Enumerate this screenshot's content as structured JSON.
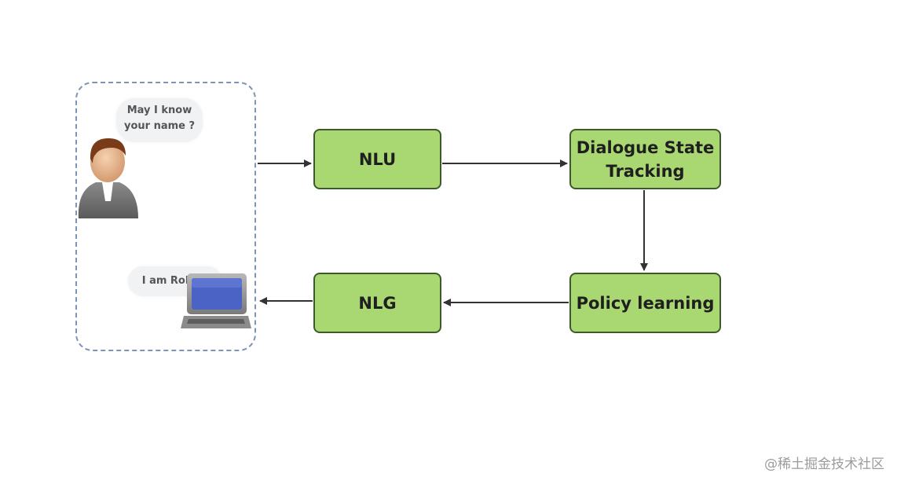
{
  "user_panel": {
    "user_bubble_lines": [
      "May I know",
      "your name ?"
    ],
    "robot_bubble": "I am Robot."
  },
  "nodes": {
    "nlu": "NLU",
    "dst_lines": [
      "Dialogue State",
      "Tracking"
    ],
    "policy": "Policy learning",
    "nlg": "NLG"
  },
  "icons": {
    "user": "user-avatar-icon",
    "robot": "computer-monitor-icon"
  },
  "colors": {
    "node_fill": "#a9d872",
    "node_border": "#3e5a2a",
    "panel_border": "#7d94b8",
    "arrow": "#333333",
    "screen": "#4a63c4"
  },
  "watermark": "@稀土掘金技术社区"
}
